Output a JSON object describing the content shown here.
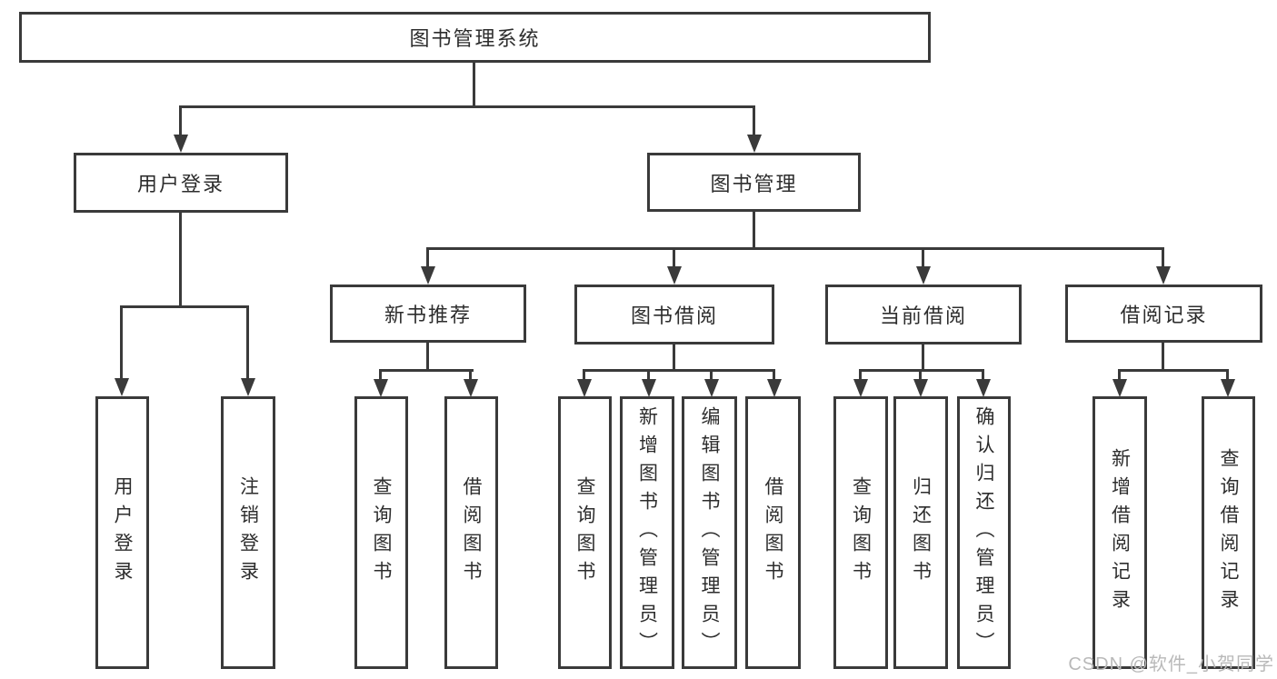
{
  "diagram_type": "hierarchy-tree",
  "tree": {
    "root": {
      "label": "图书管理系统",
      "children": [
        {
          "label": "用户登录",
          "children": [
            {
              "label": "用户登录"
            },
            {
              "label": "注销登录"
            }
          ]
        },
        {
          "label": "图书管理",
          "children": [
            {
              "label": "新书推荐",
              "children": [
                {
                  "label": "查询图书"
                },
                {
                  "label": "借阅图书"
                }
              ]
            },
            {
              "label": "图书借阅",
              "children": [
                {
                  "label": "查询图书"
                },
                {
                  "label": "新增图书（管理员）"
                },
                {
                  "label": "编辑图书（管理员）"
                },
                {
                  "label": "借阅图书"
                }
              ]
            },
            {
              "label": "当前借阅",
              "children": [
                {
                  "label": "查询图书"
                },
                {
                  "label": "归还图书"
                },
                {
                  "label": "确认归还（管理员）"
                }
              ]
            },
            {
              "label": "借阅记录",
              "children": [
                {
                  "label": "新增借阅记录"
                },
                {
                  "label": "查询借阅记录"
                }
              ]
            }
          ]
        }
      ]
    }
  },
  "watermark": {
    "text": "CSDN @软件_小贺同学"
  },
  "colors": {
    "line": "#3a3a3a",
    "text": "#2d2d2d",
    "watermark": "#b9b9b9",
    "background": "#ffffff"
  }
}
